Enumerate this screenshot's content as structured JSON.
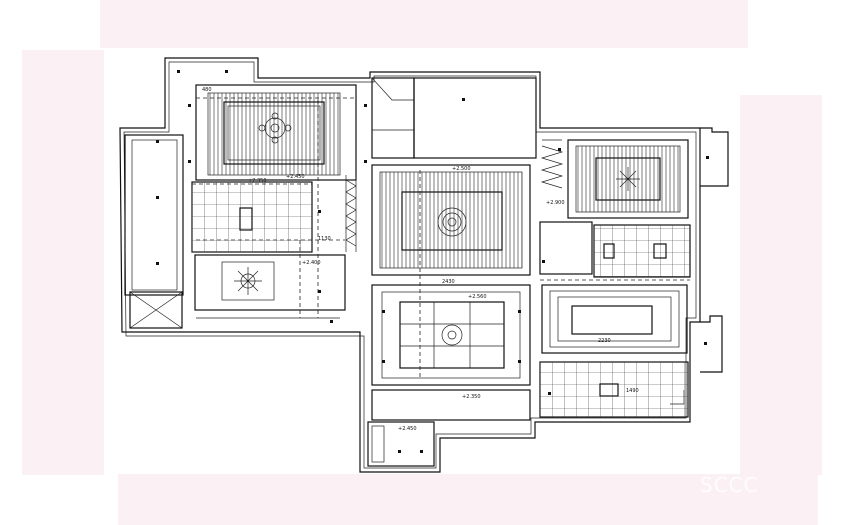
{
  "labels": {
    "lr_elev": "+2.560",
    "br_elev": "+2.350",
    "dn_elev": "+2.500",
    "kit_elev": "+2.350",
    "k2_elev": "+2.450",
    "bath_elev": "+2.400",
    "din_elev": "+2.900",
    "top_dim": "480",
    "lr_dim": "2430",
    "mid_dim": "1130",
    "br2_dim": "2230",
    "bath_dim": "1490"
  },
  "watermark": "SCCC"
}
